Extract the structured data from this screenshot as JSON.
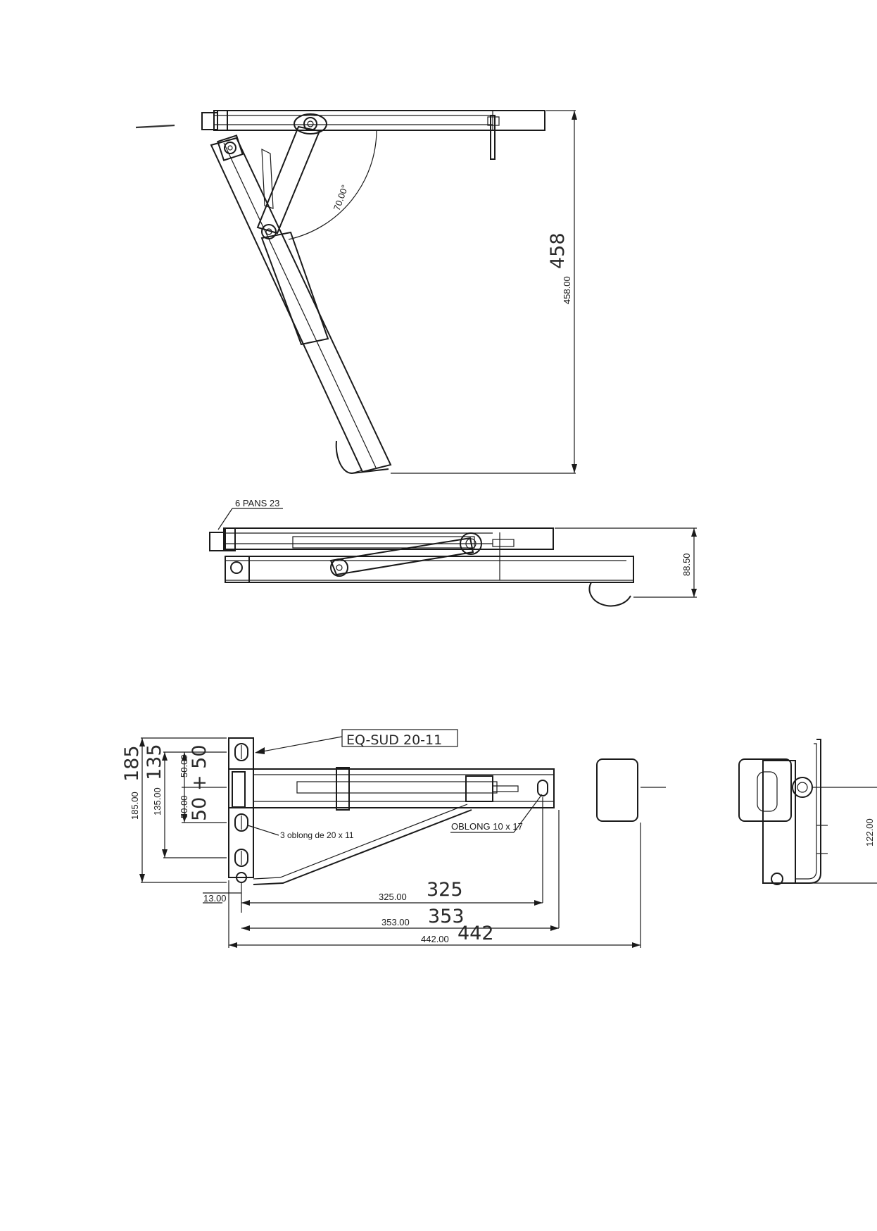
{
  "colors": {
    "ink": "#1a1a1a",
    "paper": "#ffffff"
  },
  "side_view": {
    "angle_label": "70.00°",
    "height_dim": "458.00",
    "height_hand": "458"
  },
  "folded_view": {
    "nut_label": "6 PANS 23",
    "height_dim": "88.50"
  },
  "top_view": {
    "part_ref": "EQ-SUD 20-11",
    "dim_185": "185.00",
    "dim_185_hand": "185",
    "dim_135": "135.00",
    "dim_135_hand": "135",
    "dim_50a": "50.00",
    "dim_50b": "50.00",
    "dim_50_hand": "50 + 50",
    "oblong_holes_label": "3 oblong de 20 x 11",
    "oblong_label": "OBLONG 10 x 17",
    "dim_13": "13.00",
    "dim_325": "325.00",
    "dim_325_hand": "325",
    "dim_353": "353.00",
    "dim_353_hand": "353",
    "dim_442": "442.00",
    "dim_442_hand": "442"
  },
  "end_view": {
    "height_dim": "122.00"
  }
}
